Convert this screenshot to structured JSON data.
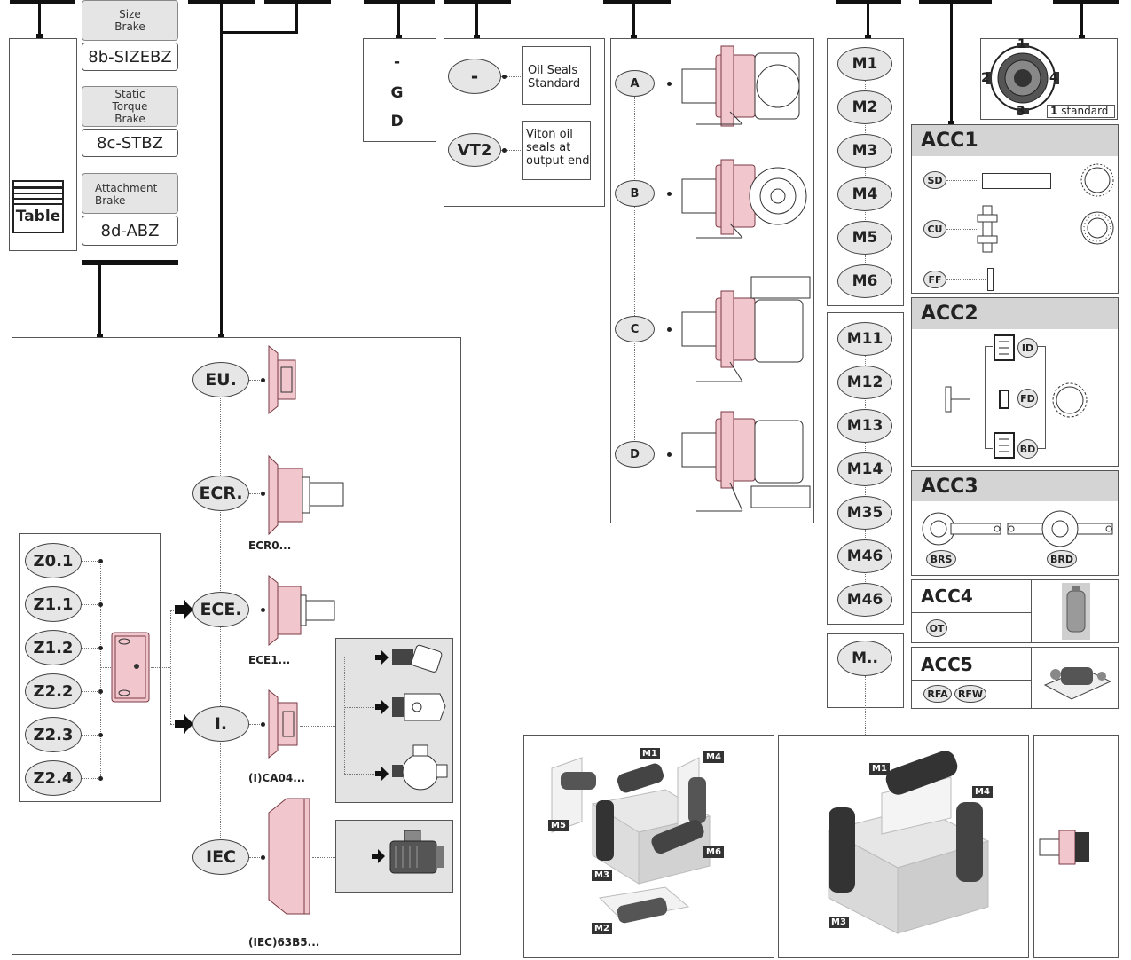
{
  "brake": {
    "size_caption": "Size\nBrake",
    "size_code": "8b-SIZEBZ",
    "torque_caption": "Static\nTorque\nBrake",
    "torque_code": "8c-STBZ",
    "attach_caption": "Attachment\nBrake",
    "attach_code": "8d-ABZ"
  },
  "table_label": "Table",
  "brake_side": {
    "items": [
      "-",
      "G",
      "D"
    ]
  },
  "oil_seals": {
    "options": [
      {
        "code": "-",
        "desc": "Oil Seals Standard"
      },
      {
        "code": "VT2",
        "desc": "Viton oil seals at output end"
      }
    ]
  },
  "output_config": {
    "options": [
      "A",
      "B",
      "C",
      "D"
    ]
  },
  "mounting_positions": {
    "group1": [
      "M1",
      "M2",
      "M3",
      "M4",
      "M5",
      "M6"
    ],
    "group2": [
      "M11",
      "M12",
      "M13",
      "M14",
      "M35",
      "M46",
      "M46"
    ],
    "group3": [
      "M.."
    ]
  },
  "terminal_box": {
    "positions": [
      "1",
      "2",
      "3",
      "4"
    ],
    "caption_num": "1",
    "caption_text": "standard"
  },
  "input": {
    "sizes": [
      "Z0.1",
      "Z1.1",
      "Z1.2",
      "Z2.2",
      "Z2.3",
      "Z2.4"
    ],
    "types": [
      {
        "code": "EU.",
        "caption": ""
      },
      {
        "code": "ECR.",
        "caption": "ECR0..."
      },
      {
        "code": "ECE.",
        "caption": "ECE1..."
      },
      {
        "code": "I.",
        "caption": "(I)CA04..."
      },
      {
        "code": "IEC",
        "caption": "(IEC)63B5..."
      }
    ]
  },
  "accessories": {
    "acc1": {
      "title": "ACC1",
      "items": [
        "SD",
        "CU",
        "FF"
      ]
    },
    "acc2": {
      "title": "ACC2",
      "items": [
        "ID",
        "FD",
        "BD"
      ]
    },
    "acc3": {
      "title": "ACC3",
      "items": [
        "BRS",
        "BRD"
      ]
    },
    "acc4": {
      "title": "ACC4",
      "items": [
        "OT"
      ]
    },
    "acc5": {
      "title": "ACC5",
      "items": [
        "RFA",
        "RFW"
      ]
    }
  },
  "mount_views": {
    "left_tags": [
      "M1",
      "M4",
      "M5",
      "M6",
      "M3",
      "M2"
    ],
    "right_tags": [
      "M1",
      "M4",
      "M3"
    ]
  },
  "colors": {
    "housing": "#f1c6cc",
    "panel": "#d4d4d4",
    "line": "#111111"
  }
}
